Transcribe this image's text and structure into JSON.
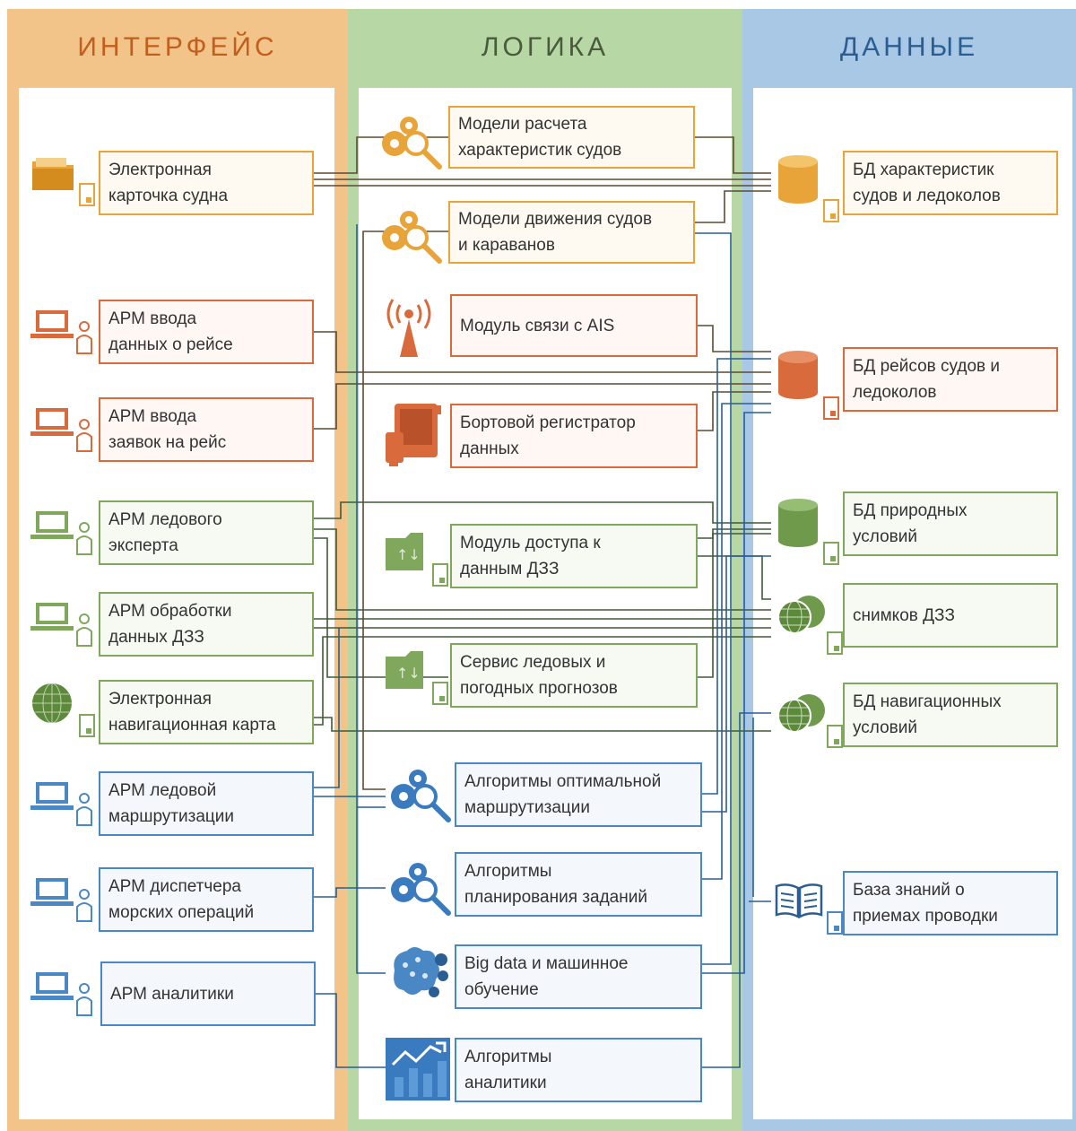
{
  "columns": {
    "interface": "ИНТЕРФЕЙС",
    "logic": "ЛОГИКА",
    "data": "ДАННЫЕ"
  },
  "interface_nodes": [
    {
      "label": "Электронная\nкарточка судна",
      "color": "yellow",
      "icon": "folder-icon"
    },
    {
      "label": "АРМ ввода\nданных о рейсе",
      "color": "red",
      "icon": "laptop-user-icon"
    },
    {
      "label": "АРМ ввода\nзаявок на рейс",
      "color": "red",
      "icon": "laptop-user-icon"
    },
    {
      "label": "АРМ ледового\nэксперта",
      "color": "green",
      "icon": "laptop-user-icon"
    },
    {
      "label": "АРМ обработки\nданных ДЗЗ",
      "color": "green",
      "icon": "laptop-user-icon"
    },
    {
      "label": "Электронная\nнавигационная карта",
      "color": "green",
      "icon": "globe-icon"
    },
    {
      "label": "АРМ ледовой\nмаршрутизации",
      "color": "blue",
      "icon": "laptop-user-icon"
    },
    {
      "label": "АРМ диспетчера\nморских операций",
      "color": "blue",
      "icon": "laptop-user-icon"
    },
    {
      "label": "АРМ аналитики",
      "color": "blue",
      "icon": "laptop-user-icon"
    }
  ],
  "logic_nodes": [
    {
      "label": "Модели расчета\nхарактеристик судов",
      "color": "yellow",
      "icon": "gears-magnifier-icon"
    },
    {
      "label": "Модели движения судов\nи караванов",
      "color": "yellow",
      "icon": "gears-magnifier-icon"
    },
    {
      "label": "Модуль связи с AIS",
      "color": "red",
      "icon": "antenna-icon"
    },
    {
      "label": "Бортовой регистратор\nданных",
      "color": "red",
      "icon": "recorder-icon"
    },
    {
      "label": "Модуль доступа к\nданным ДЗЗ",
      "color": "green",
      "icon": "module-icon"
    },
    {
      "label": "Сервис ледовых и\nпогодных прогнозов",
      "color": "green",
      "icon": "module-icon"
    },
    {
      "label": "Алгоритмы оптимальной\nмаршрутизации",
      "color": "blue",
      "icon": "gears-magnifier-icon"
    },
    {
      "label": "Алгоритмы\nпланирования заданий",
      "color": "blue",
      "icon": "gears-magnifier-icon"
    },
    {
      "label": "Big data и машинное\nобучение",
      "color": "blue",
      "icon": "brain-gears-icon"
    },
    {
      "label": "Алгоритмы\nаналитики",
      "color": "blue",
      "icon": "chart-icon"
    }
  ],
  "data_nodes": [
    {
      "label": "БД характеристик\nсудов и ледоколов",
      "color": "yellow",
      "icon": "database-icon"
    },
    {
      "label": "БД рейсов судов и\nледоколов",
      "color": "red",
      "icon": "database-icon"
    },
    {
      "label": "БД природных\nусловий",
      "color": "green",
      "icon": "database-icon"
    },
    {
      "label": "снимков ДЗЗ",
      "color": "green",
      "icon": "globes-icon"
    },
    {
      "label": "БД навигационных\nусловий",
      "color": "green",
      "icon": "globes-icon"
    },
    {
      "label": "База знаний о\nприемах проводки",
      "color": "blue",
      "icon": "book-icon"
    }
  ],
  "colors": {
    "yellow": "#e8a438",
    "red": "#d96a3c",
    "green": "#7fa85c",
    "blue": "#4a87c5",
    "wire_brown": "#5b4a32",
    "wire_green": "#3f5a36",
    "wire_blue": "#2a5e93"
  }
}
